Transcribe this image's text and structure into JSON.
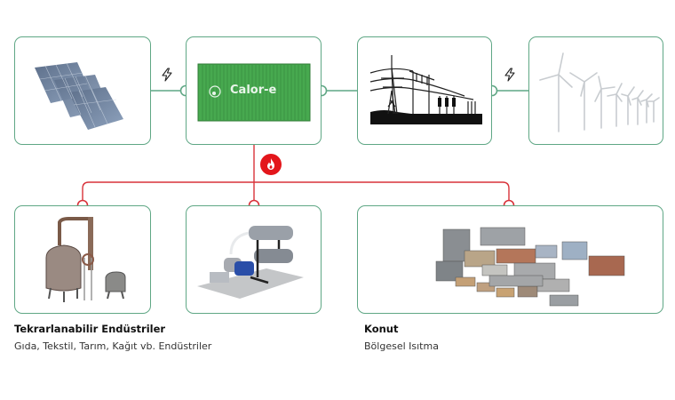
{
  "colors": {
    "green_line": "#5fa785",
    "red_line": "#d8323a",
    "badge_red": "#e3161b",
    "container_green": "#47a94f"
  },
  "top_row": [
    {
      "id": "solar",
      "name": "solar-panels",
      "icon": "solar-panel-icon"
    },
    {
      "id": "calore",
      "name": "calor-e-container",
      "icon": "container-icon",
      "brand": "Calor-e"
    },
    {
      "id": "grid",
      "name": "power-substation",
      "icon": "power-grid-icon"
    },
    {
      "id": "wind",
      "name": "wind-turbines",
      "icon": "wind-turbine-icon"
    }
  ],
  "connectors": {
    "electric_icon": "lightning-bolt-icon",
    "heat_icon": "flame-icon"
  },
  "bottom_row": [
    {
      "id": "distillery",
      "name": "industrial-distillation-unit"
    },
    {
      "id": "heatpump",
      "name": "industrial-heat-exchanger"
    },
    {
      "id": "city",
      "name": "district-buildings"
    }
  ],
  "labels": {
    "industry_title": "Tekrarlanabilir Endüstriler",
    "industry_sub": "Gıda, Tekstil, Tarım, Kağıt vb. Endüstriler",
    "housing_title": "Konut",
    "housing_sub": "Bölgesel Isıtma"
  }
}
